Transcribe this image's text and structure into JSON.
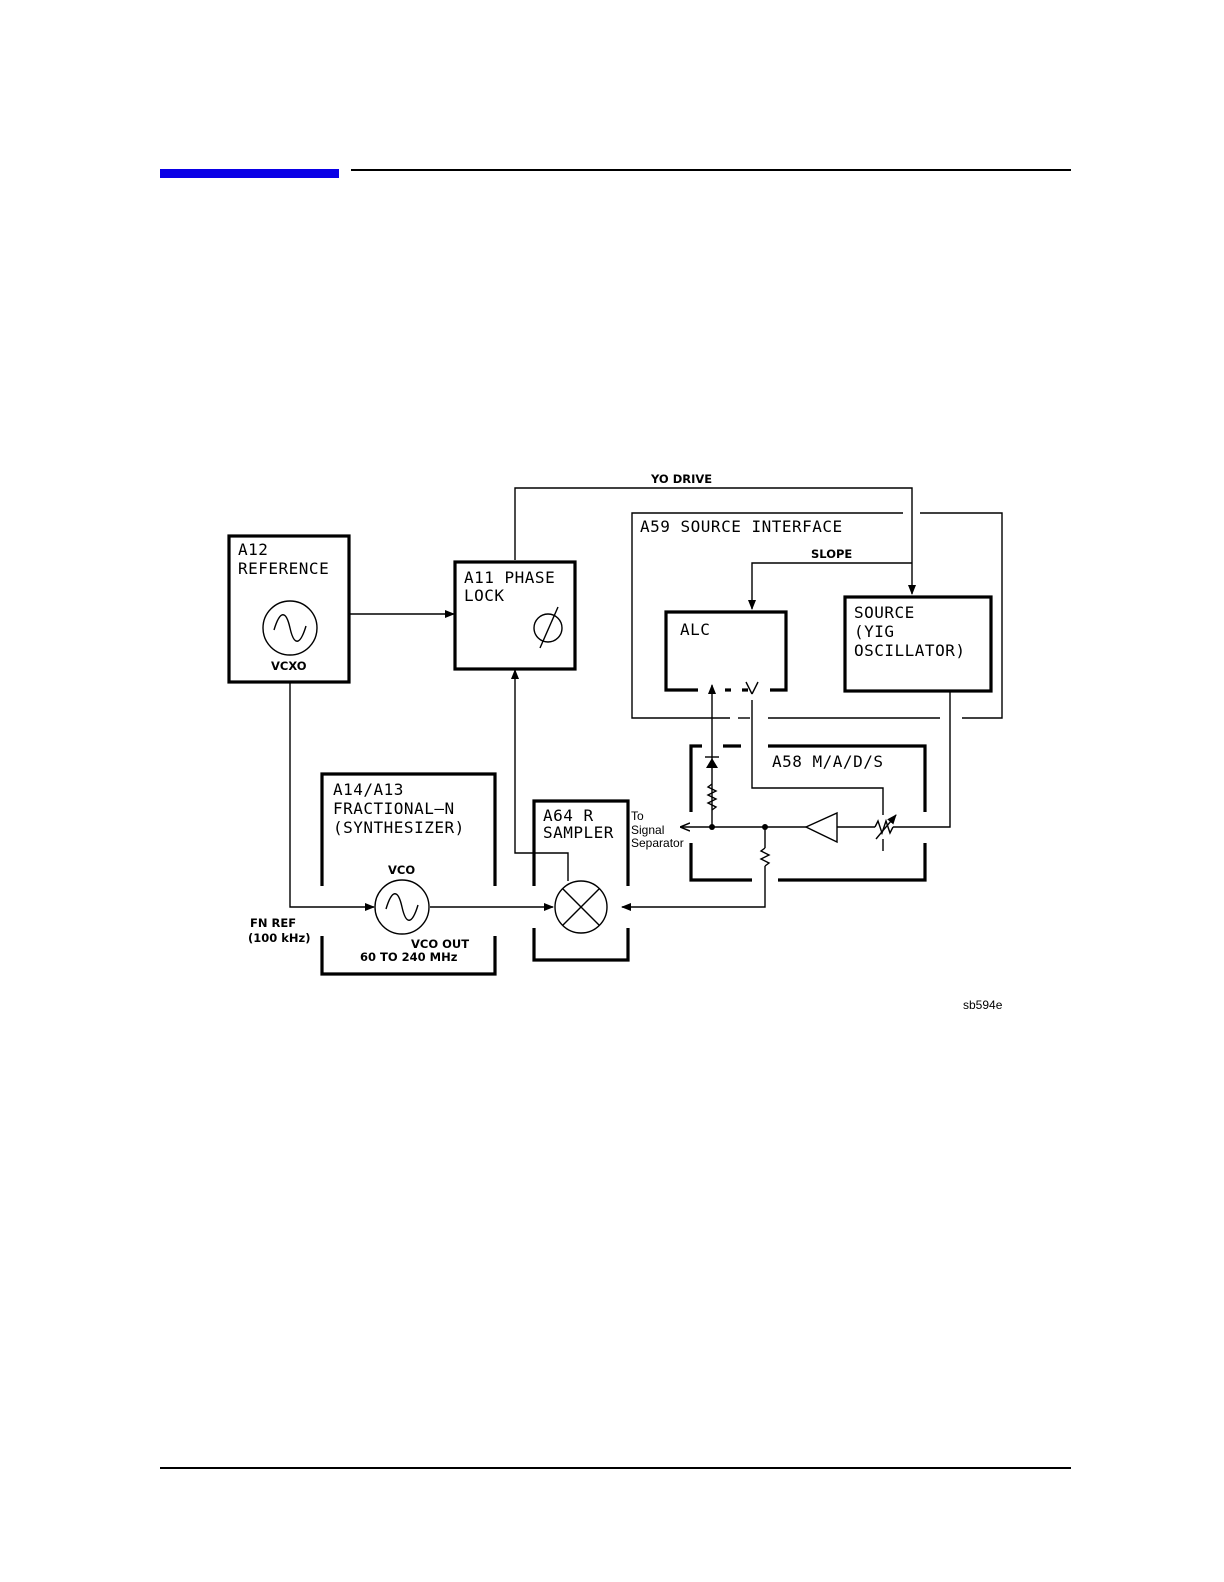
{
  "header": {
    "accent_color": "#0a00e6"
  },
  "diagram": {
    "labels": {
      "yo_drive": "YO DRIVE",
      "slope": "SLOPE",
      "a59": "A59 SOURCE INTERFACE",
      "a12_l1": "A12",
      "a12_l2": "REFERENCE",
      "vcxo": "VCXO",
      "a11_l1": "A11 PHASE",
      "a11_l2": "LOCK",
      "phase_symbol": "⌀",
      "alc": "ALC",
      "source_l1": "SOURCE",
      "source_l2": "(YIG",
      "source_l3": "OSCILLATOR)",
      "a58": "A58 M/A/D/S",
      "a14_l1": "A14/A13",
      "a14_l2": "FRACTIONAL–N",
      "a14_l3": "(SYNTHESIZER)",
      "vco": "VCO",
      "vco_out_l1": "VCO OUT",
      "vco_out_l2": "60 TO 240 MHz",
      "a64_l1": "A64 R",
      "a64_l2": "SAMPLER",
      "to_l1": "To",
      "to_l2": "Signal",
      "to_l3": "Separator",
      "fn_ref_l1": "FN REF",
      "fn_ref_l2": "(100 kHz)",
      "figure_ref": "sb594e"
    }
  }
}
